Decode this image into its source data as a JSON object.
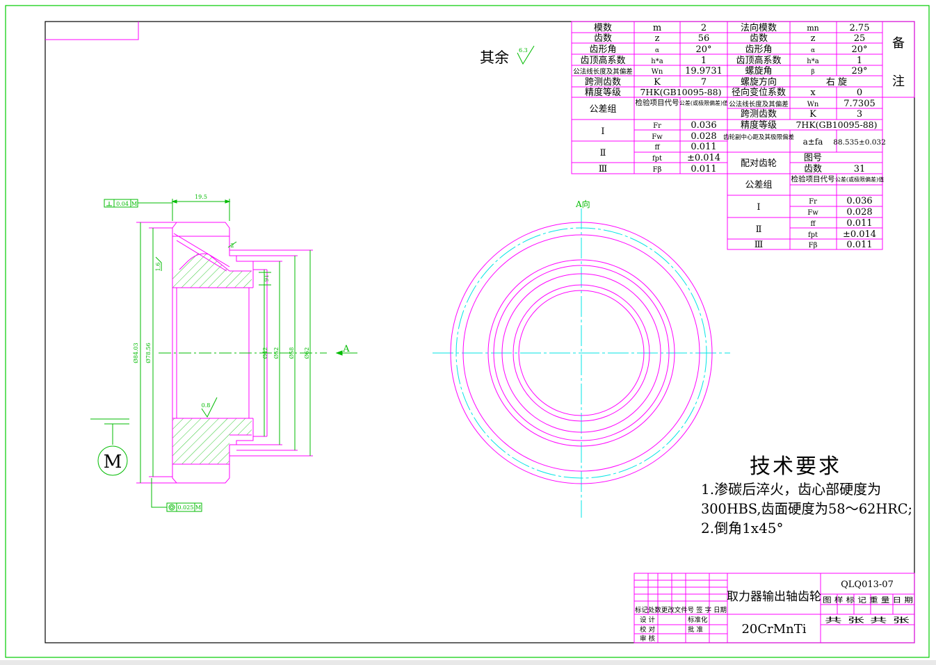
{
  "colors": {
    "border": "#00cc00",
    "frame": "#000000",
    "magenta": "#ff00ff",
    "cyan": "#00e5e5",
    "green": "#00bb00",
    "text": "#000000"
  },
  "roughness": {
    "label": "其余",
    "value": "6.3"
  },
  "left_table": {
    "rows": [
      {
        "name": "模数",
        "sym": "m",
        "val": "2"
      },
      {
        "name": "齿数",
        "sym": "z",
        "val": "56"
      },
      {
        "name": "齿形角",
        "sym": "α",
        "val": "20°"
      },
      {
        "name": "齿顶高系数",
        "sym": "h*a",
        "val": "1"
      },
      {
        "name": "公法线长度及其偏差",
        "sym": "Wn",
        "val": "19.9731"
      },
      {
        "name": "跨测齿数",
        "sym": "K",
        "val": "7"
      }
    ],
    "precision_label": "精度等级",
    "precision_val": "7HK(GB10095-88)",
    "group_label": "公差组",
    "item_header": "检验项目代号",
    "tol_header": "公差(或极限偏差)值",
    "groups": [
      {
        "name": "Ⅰ",
        "items": [
          {
            "sym": "Fr",
            "val": "0.036"
          },
          {
            "sym": "Fw",
            "val": "0.028"
          }
        ]
      },
      {
        "name": "Ⅱ",
        "items": [
          {
            "sym": "ff",
            "val": "0.011"
          },
          {
            "sym": "fpt",
            "val": "±0.014"
          }
        ]
      },
      {
        "name": "Ⅲ",
        "items": [
          {
            "sym": "Fβ",
            "val": "0.011"
          }
        ]
      }
    ]
  },
  "right_table": {
    "rows": [
      {
        "name": "法向模数",
        "sym": "mn",
        "val": "2.75"
      },
      {
        "name": "齿数",
        "sym": "z",
        "val": "25"
      },
      {
        "name": "齿形角",
        "sym": "α",
        "val": "20°"
      },
      {
        "name": "齿顶高系数",
        "sym": "h*a",
        "val": "1"
      },
      {
        "name": "螺旋角",
        "sym": "β",
        "val": "29°"
      },
      {
        "name": "螺旋方向",
        "sym": "",
        "val": "右 旋"
      },
      {
        "name": "径向变位系数",
        "sym": "x",
        "val": "0"
      },
      {
        "name": "公法线长度及其偏差",
        "sym": "Wn",
        "val": "7.7305"
      },
      {
        "name": "跨测齿数",
        "sym": "K",
        "val": "3"
      }
    ],
    "precision_label": "精度等级",
    "precision_val": "7HK(GB10095-88)",
    "center_label": "齿轮副中心距及其极限偏差",
    "center_sym": "a±fa",
    "center_val": "88.535±0.032",
    "mate_label": "配对齿轮",
    "drawing_no_label": "图号",
    "teeth_label": "齿数",
    "teeth_val": "31",
    "group_label": "公差组",
    "item_header": "检验项目代号",
    "tol_header": "公差(或极限偏差)值",
    "groups": [
      {
        "name": "Ⅰ",
        "items": [
          {
            "sym": "Fr",
            "val": "0.036"
          },
          {
            "sym": "Fw",
            "val": "0.028"
          }
        ]
      },
      {
        "name": "Ⅱ",
        "items": [
          {
            "sym": "ff",
            "val": "0.011"
          },
          {
            "sym": "fpt",
            "val": "±0.014"
          }
        ]
      },
      {
        "name": "Ⅲ",
        "items": [
          {
            "sym": "Fβ",
            "val": "0.011"
          }
        ]
      }
    ]
  },
  "remarks": {
    "top": "备",
    "bottom": "注"
  },
  "section_view": {
    "datum_label": "M",
    "tol_top": "0.04",
    "tol_top_datum": "M",
    "tol_bottom": "0.025",
    "tol_bottom_datum": "M",
    "dim_width": "19.5",
    "dim_d1": "Ø84.03",
    "dim_d2": "Ø78.56",
    "dim_d3": "Ø42",
    "dim_d4": "Ø52",
    "dim_d5": "Ø58",
    "dim_d6": "Ø62",
    "rough_1": "1.6",
    "rough_2": "0.8",
    "dim_small": "2",
    "dim_chamfer": "9T",
    "view_arrow": "A"
  },
  "end_view": {
    "label": "A向"
  },
  "tech_req": {
    "title": "技术要求",
    "lines": [
      "1.渗碳后淬火，齿心部硬度为",
      "300HBS,齿面硬度为58～62HRC;",
      "2.倒角1x45°"
    ]
  },
  "title_block": {
    "part_name": "取力器输出轴齿轮",
    "material": "20CrMnTi",
    "drawing_no": "QLQ013-07",
    "rev_headers": "标记处数更改文件号 签 字 日期",
    "stage_headers": "图 样 标 记   重 量  日 期",
    "sheet_text": "共      张  共      张",
    "sign_rows": [
      [
        "设 计",
        "标准化"
      ],
      [
        "校 对",
        "批 准"
      ],
      [
        "审 核",
        ""
      ]
    ]
  }
}
